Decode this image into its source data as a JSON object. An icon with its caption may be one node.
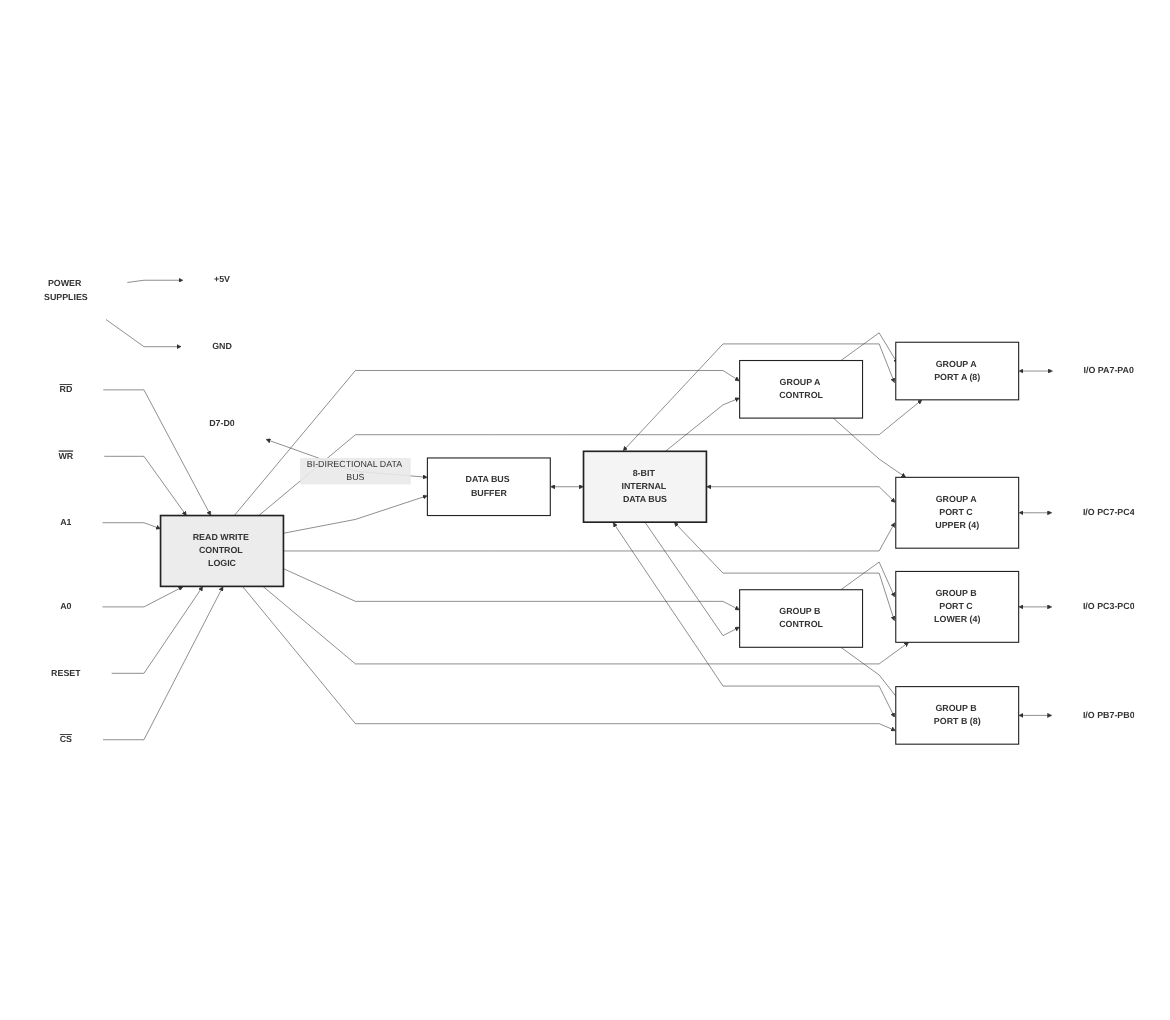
{
  "diagram": {
    "nodes": [
      {
        "text": [
          "POWER SUPPLIES"
        ]
      },
      {
        "text": [
          "+5V"
        ]
      },
      {
        "text": [
          "GND"
        ]
      },
      {
        "text": [
          "D7-D0"
        ]
      },
      {
        "text": [
          "DATA BUS BUFFER"
        ]
      },
      {
        "text": [
          "RD"
        ]
      },
      {
        "text": [
          "WR"
        ]
      },
      {
        "text": [
          "A1"
        ]
      },
      {
        "text": [
          "A0"
        ]
      },
      {
        "text": [
          "RESET"
        ]
      },
      {
        "text": [
          "READ WRITE CONTROL LOGIC"
        ]
      },
      {
        "text": [
          "CS"
        ]
      },
      {
        "text": [
          "GROUP A CONTROL"
        ]
      },
      {
        "text": [
          "GROUP B CONTROL"
        ]
      },
      {
        "text": [
          "8-BIT INTERNAL DATA BUS"
        ]
      },
      {
        "text": [
          "GROUP A PORT A (8)"
        ]
      },
      {
        "text": [
          "GROUP A PORT C UPPER (4)"
        ]
      },
      {
        "text": [
          "GROUP B PORT C LOWER (4)"
        ]
      },
      {
        "text": [
          "GROUP B PORT B (8)"
        ]
      },
      {
        "text": [
          "I/O PA7-PA0"
        ]
      },
      {
        "text": [
          "I/O PC7-PC4"
        ]
      },
      {
        "text": [
          "I/O PC3-PC0"
        ]
      },
      {
        "text": [
          "I/O PB7-PB0"
        ]
      }
    ],
    "edges": [
      {
        "from": 0,
        "to": 1,
        "arrow": "to"
      },
      {
        "from": 0,
        "to": 2,
        "arrow": "to"
      },
      {
        "from": 3,
        "to": 4,
        "arrow": "both",
        "label": "BI-DIRECTIONAL DATA BUS"
      },
      {
        "from": 4,
        "to": 14,
        "arrow": "both"
      },
      {
        "from": 5,
        "to": 10,
        "arrow": "to"
      },
      {
        "from": 6,
        "to": 10,
        "arrow": "to"
      },
      {
        "from": 7,
        "to": 10,
        "arrow": "to"
      },
      {
        "from": 8,
        "to": 10,
        "arrow": "to"
      },
      {
        "from": 9,
        "to": 10,
        "arrow": "to"
      },
      {
        "from": 11,
        "to": 10,
        "arrow": "to"
      },
      {
        "from": 10,
        "to": 4,
        "arrow": "to"
      },
      {
        "from": 10,
        "to": 12,
        "arrow": "to"
      },
      {
        "from": 10,
        "to": 13,
        "arrow": "to"
      },
      {
        "from": 14,
        "to": 12,
        "arrow": "to"
      },
      {
        "from": 14,
        "to": 13,
        "arrow": "to"
      },
      {
        "from": 12,
        "to": 15,
        "arrow": "to"
      },
      {
        "from": 12,
        "to": 16,
        "arrow": "to"
      },
      {
        "from": 13,
        "to": 17,
        "arrow": "to"
      },
      {
        "from": 13,
        "to": 18,
        "arrow": "to"
      },
      {
        "from": 14,
        "to": 15,
        "arrow": "both"
      },
      {
        "from": 14,
        "to": 16,
        "arrow": "both"
      },
      {
        "from": 14,
        "to": 17,
        "arrow": "both"
      },
      {
        "from": 14,
        "to": 18,
        "arrow": "both"
      },
      {
        "from": 15,
        "to": 19,
        "arrow": "both"
      },
      {
        "from": 16,
        "to": 20,
        "arrow": "both"
      },
      {
        "from": 17,
        "to": 21,
        "arrow": "both"
      },
      {
        "from": 18,
        "to": 22,
        "arrow": "both"
      },
      {
        "from": 10,
        "to": 15,
        "arrow": "to"
      },
      {
        "from": 10,
        "to": 16,
        "arrow": "to"
      },
      {
        "from": 10,
        "to": 17,
        "arrow": "to"
      },
      {
        "from": 10,
        "to": 18,
        "arrow": "to"
      }
    ]
  }
}
